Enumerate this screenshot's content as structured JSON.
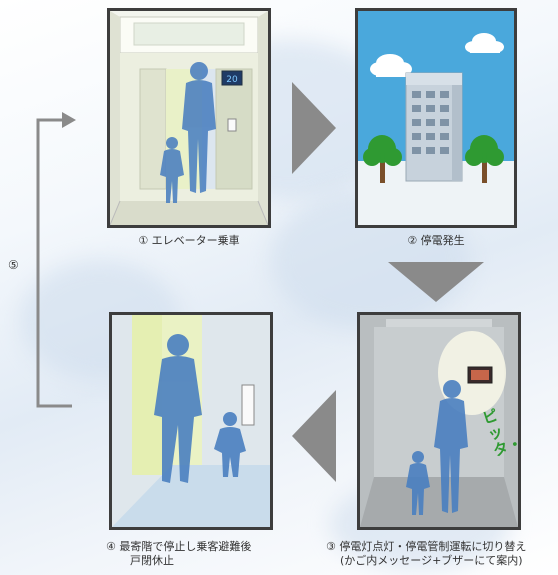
{
  "steps": [
    {
      "label": "① エレベーター乗車"
    },
    {
      "label": "② 停電発生"
    },
    {
      "label": "③ 停電灯点灯・停電管制運転に切り替え",
      "sub": "(かご内メッセージ+ブザーにて案内)"
    },
    {
      "label": "④ 最寄階で停止し乗客避難後",
      "sub": "戸閉休止"
    },
    {
      "label": "⑤"
    }
  ],
  "panel1": {
    "floor_display": "20"
  },
  "panel3": {
    "callout": "ピッタ・・・"
  },
  "colors": {
    "frame": "#3d3d3d",
    "arrow": "#8a8a8a",
    "person": "#4a7fc0",
    "sky": "#4aa8dc",
    "tree": "#2f9a32"
  }
}
